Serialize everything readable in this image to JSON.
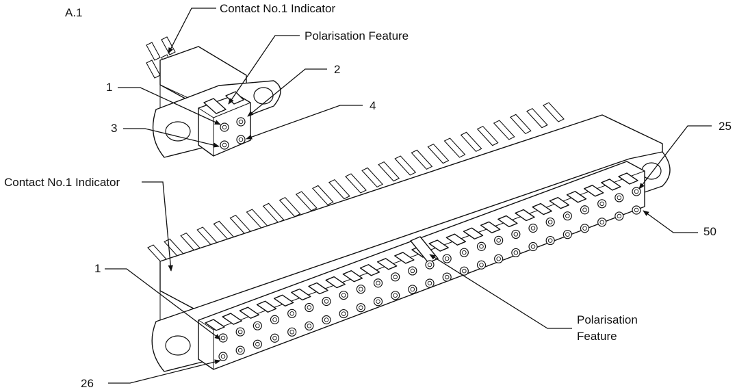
{
  "figure_label": "A.1",
  "small_connector": {
    "labels": {
      "contact_indicator": "Contact No.1 Indicator",
      "polarisation": "Polarisation Feature",
      "contact_1": "1",
      "contact_2": "2",
      "contact_3": "3",
      "contact_4": "4"
    }
  },
  "large_connector": {
    "labels": {
      "contact_indicator": "Contact No.1 Indicator",
      "contact_1": "1",
      "contact_25": "25",
      "contact_26": "26",
      "contact_50": "50",
      "polarisation_line1": "Polarisation",
      "polarisation_line2": "Feature"
    },
    "columns": 25,
    "rows": 2
  }
}
